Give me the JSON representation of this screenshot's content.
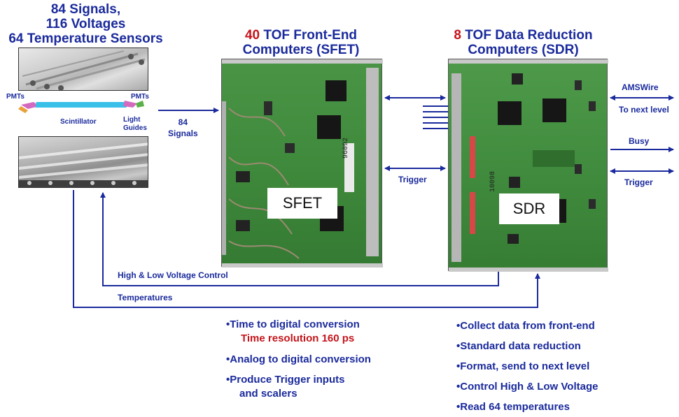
{
  "detector": {
    "title_lines": [
      "84 Signals,",
      "116 Voltages",
      "64 Temperature Sensors"
    ],
    "labels": {
      "pmts_left": "PMTs",
      "pmts_right": "PMTs",
      "scintillator": "Scintillator",
      "light_guides": "Light\nGuides"
    }
  },
  "signals_label": "84\nSignals",
  "sfet": {
    "title_number": "40",
    "title_rest": " TOF Front-End",
    "title_line2": "Computers (SFET)",
    "board_label": "SFET",
    "chip_text": "96092",
    "bullets": [
      {
        "text": "•Time to digital conversion",
        "sub": "Time resolution 160 ps"
      },
      {
        "text": "•Analog to digital conversion"
      },
      {
        "text": "•Produce Trigger inputs",
        "cont": "and scalers"
      }
    ]
  },
  "sdr": {
    "title_number": "8",
    "title_rest": " TOF Data Reduction",
    "title_line2": "Computers (SDR)",
    "board_label": "SDR",
    "chip_text": "10098",
    "bullets": [
      "•Collect data from front-end",
      "•Standard data reduction",
      "•Format, send to next level",
      "•Control High & Low Voltage",
      "•Read 64 temperatures"
    ]
  },
  "links": {
    "trigger_middle": "Trigger",
    "amswire": "AMSWire",
    "to_next_level": "To next level",
    "busy": "Busy",
    "trigger_right": "Trigger",
    "hv_control": "High & Low Voltage Control",
    "temperatures": "Temperatures"
  },
  "colors": {
    "arrow_blue": "#1a2a9c",
    "title_red": "#c4141a",
    "pcb_green": "#3f8a3c"
  }
}
